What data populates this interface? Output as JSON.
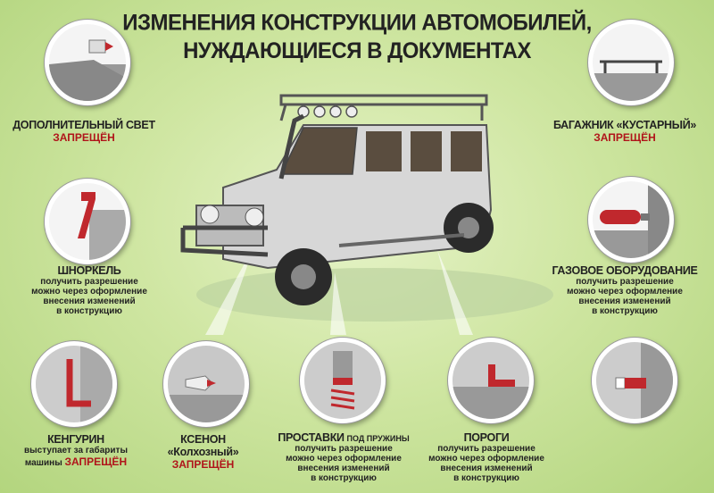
{
  "title": {
    "line1": "ИЗМЕНЕНИЯ КОНСТРУКЦИИ АВТОМОБИЛЕЙ,",
    "line2": "НУЖДАЮЩИЕСЯ В ДОКУМЕНТАХ"
  },
  "items": {
    "light": {
      "name": "ДОПОЛНИТЕЛЬНЫЙ СВЕТ",
      "status": "ЗАПРЕЩЁН"
    },
    "trunk": {
      "name": "БАГАЖНИК «КУСТАРНЫЙ»",
      "status": "ЗАПРЕЩЁН"
    },
    "snorkel": {
      "name": "ШНОРКЕЛЬ",
      "l1": "получить разрешение",
      "l2": "можно через оформление",
      "l3": "внесения изменений",
      "l4": "в конструкцию"
    },
    "gas": {
      "name": "ГАЗОВОЕ ОБОРУДОВАНИЕ",
      "l1": "получить разрешение",
      "l2": "можно через оформление",
      "l3": "внесения изменений",
      "l4": "в конструкцию"
    },
    "kengurin": {
      "name": "КЕНГУРИН",
      "l1": "выступает за габариты",
      "l2": "машины",
      "status": "ЗАПРЕЩЁН"
    },
    "xenon": {
      "name": "КСЕНОН",
      "l1": "«Колхозный»",
      "status": "ЗАПРЕЩЁН"
    },
    "spacers": {
      "name": "ПРОСТАВКИ",
      "suffix": "ПОД ПРУЖИНЫ",
      "l1": "получить разрешение",
      "l2": "можно через оформление",
      "l3": "внесения изменений",
      "l4": "в конструкцию"
    },
    "sills": {
      "name": "ПОРОГИ",
      "l1": "получить разрешение",
      "l2": "можно через оформление",
      "l3": "внесения изменений",
      "l4": "в конструкцию"
    }
  },
  "colors": {
    "accent": "#b0141a",
    "background": "#cfe6a2"
  }
}
